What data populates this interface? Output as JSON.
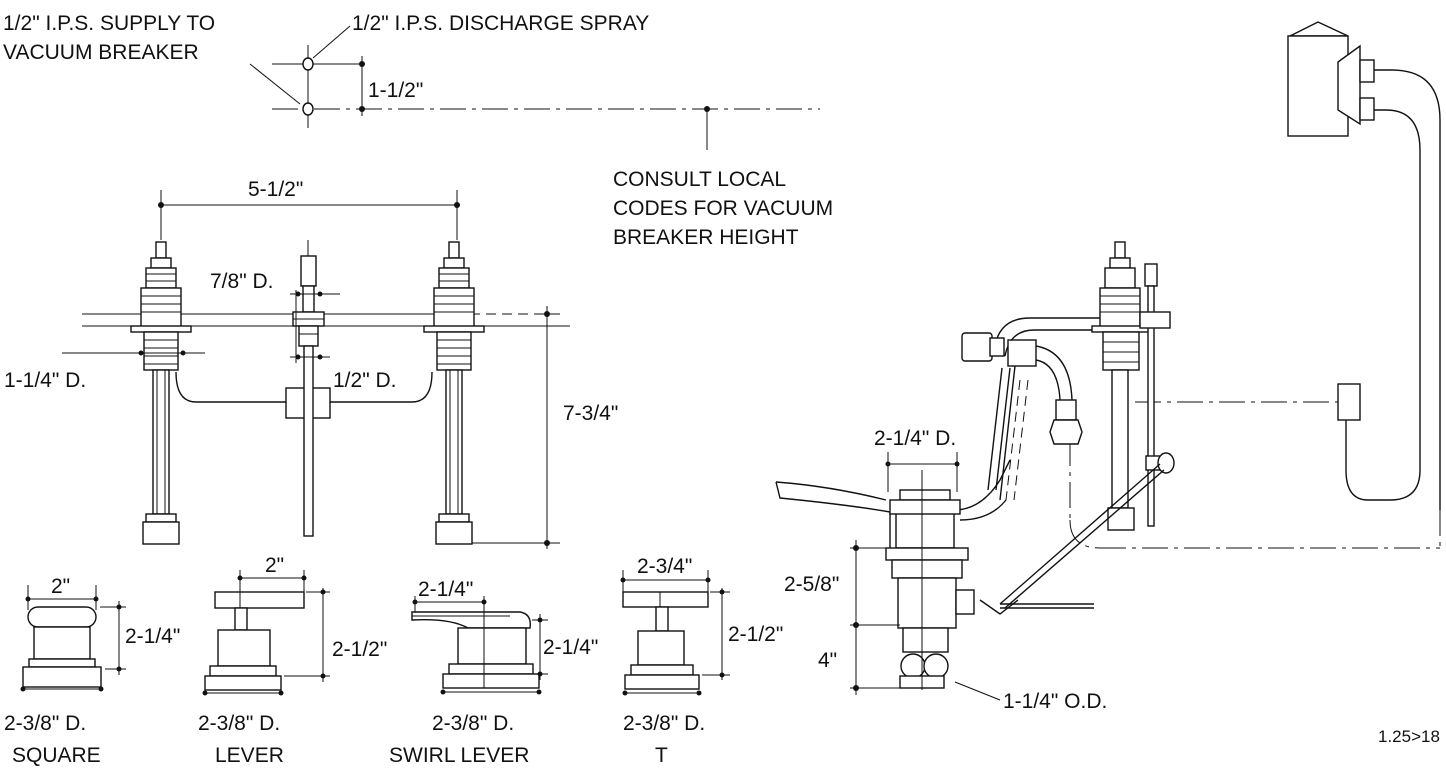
{
  "supply_label_1": "1/2\" I.P.S. SUPPLY TO",
  "supply_label_2": "VACUUM BREAKER",
  "discharge_label": "1/2\" I.P.S. DISCHARGE SPRAY",
  "dim_1_1_2": "1-1/2\"",
  "consult_1": "CONSULT LOCAL",
  "consult_2": "CODES FOR VACUUM",
  "consult_3": "BREAKER HEIGHT",
  "dim_5_1_2": "5-1/2\"",
  "dim_7_8_d": "7/8\" D.",
  "dim_1_1_4_d": "1-1/4\" D.",
  "dim_1_2_d": "1/2\" D.",
  "dim_7_3_4": "7-3/4\"",
  "dim_2_1_4_d": "2-1/4\" D.",
  "dim_2_5_8": "2-5/8\"",
  "dim_4": "4\"",
  "dim_1_1_4_od": "1-1/4\" O.D.",
  "ref_code": "1.25>18",
  "handles": [
    {
      "width": "2\"",
      "height": "2-1/4\"",
      "base": "2-3/8\" D.",
      "name": "SQUARE"
    },
    {
      "width": "2\"",
      "height": "2-1/2\"",
      "base": "2-3/8\" D.",
      "name": "LEVER"
    },
    {
      "width": "2-1/4\"",
      "height": "2-1/4\"",
      "base": "2-3/8\" D.",
      "name": "SWIRL LEVER"
    },
    {
      "width": "2-3/4\"",
      "height": "2-1/2\"",
      "base": "2-3/8\" D.",
      "name": "T"
    }
  ]
}
